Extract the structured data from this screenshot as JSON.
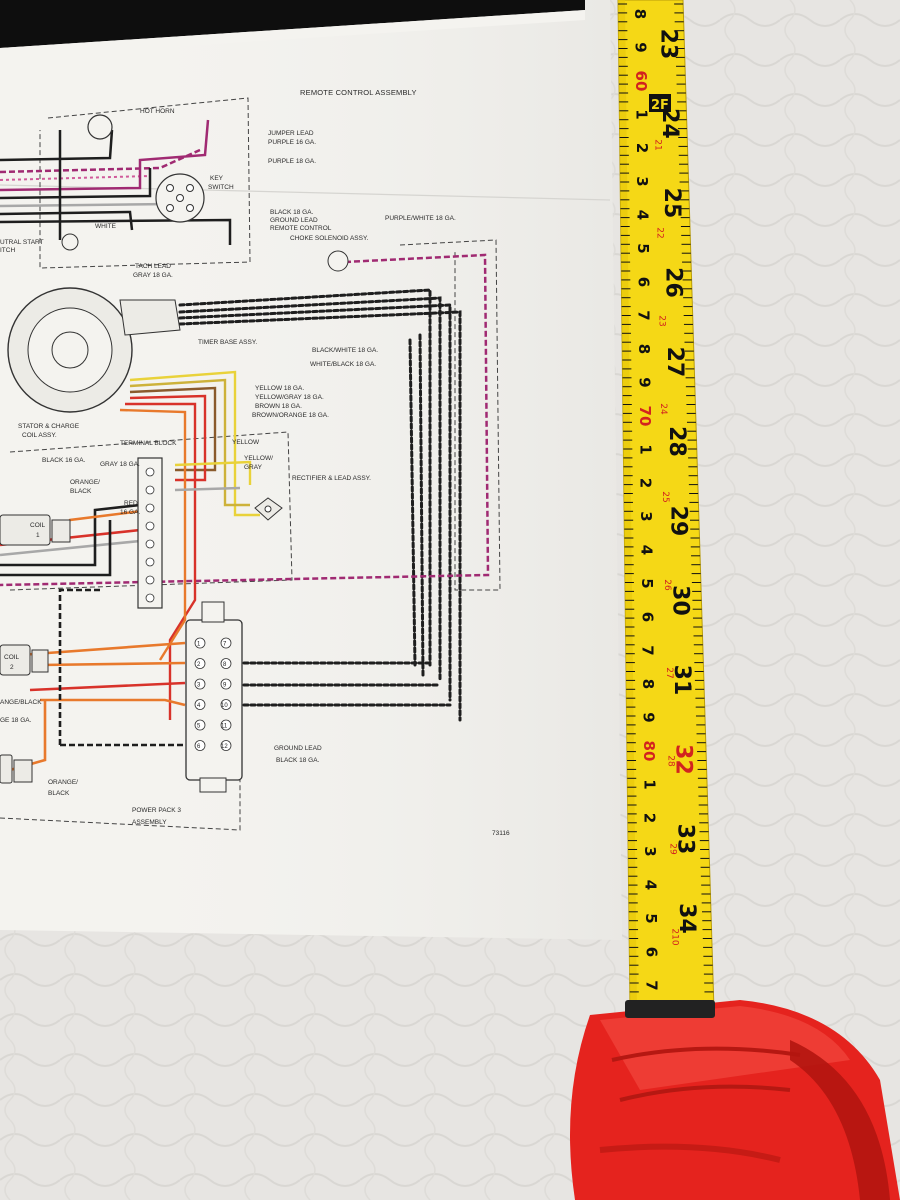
{
  "diagram": {
    "labels": {
      "remote_control": "REMOTE CONTROL ASSEMBLY",
      "hot_horn": "HOT HORN",
      "jumper_lead": "JUMPER LEAD",
      "jumper_lead_2": "PURPLE 16 GA.",
      "purple_18": "PURPLE 18 GA.",
      "key_switch": "KEY",
      "key_switch_2": "SWITCH",
      "black_18": "BLACK 18 GA.",
      "ground_lead": "GROUND LEAD",
      "remote_control_2": "REMOTE CONTROL",
      "neutral_start": "UTRAL START",
      "neutral_start_2": "ITCH",
      "white": "WHITE",
      "tach_lead": "TACH LEAD",
      "tach_lead_2": "GRAY 18 GA.",
      "choke_solenoid": "CHOKE SOLENOID ASSY.",
      "purple_white": "PURPLE/WHITE 18 GA.",
      "timer_base": "TIMER BASE ASSY.",
      "black_white": "BLACK/WHITE 18 GA.",
      "white_black": "WHITE/BLACK 18 GA.",
      "yellow_18": "YELLOW 18 GA.",
      "yellow_gray_18": "YELLOW/GRAY 18 GA.",
      "brown_18": "BROWN 18 GA.",
      "brown_orange_18": "BROWN/ORANGE 18 GA.",
      "stator": "STATOR & CHARGE",
      "stator_2": "COIL ASSY.",
      "terminal_block": "TERMINAL BLOCK",
      "yellow": "YELLOW",
      "black_16": "BLACK 16 GA.",
      "gray_18": "GRAY 18 GA.",
      "yellow_gray": "YELLOW/",
      "yellow_gray_2": "GRAY",
      "orange_black": "ORANGE/",
      "orange_black_2": "BLACK",
      "rectifier": "RECTIFIER & LEAD ASSY.",
      "red_16": "RED",
      "red_16_2": "16 GA.",
      "coil_1": "COIL",
      "coil_1_num": "1",
      "coil_2": "COIL",
      "coil_2_num": "2",
      "ange_black": "ANGE/BLACK",
      "ge_18": "GE 18 GA.",
      "orange_black_b": "ORANGE/",
      "orange_black_b2": "BLACK",
      "ground_lead_b": "GROUND LEAD",
      "ground_lead_b2": "BLACK 18 GA.",
      "power_pack": "POWER PACK 3",
      "power_pack_2": "ASSEMBLY",
      "part_number": "73116"
    },
    "terminals_left": [
      "1",
      "2",
      "3",
      "4",
      "5",
      "6"
    ],
    "terminals_right": [
      "7",
      "8",
      "9",
      "10",
      "11",
      "12"
    ]
  },
  "tape": {
    "big_numbers": [
      "23",
      "24",
      "25",
      "26",
      "27",
      "28",
      "29",
      "30",
      "31",
      "32",
      "33",
      "34"
    ],
    "small_numbers": [
      "8",
      "9",
      "60",
      "1",
      "2",
      "3",
      "4",
      "5",
      "6",
      "7",
      "8",
      "9",
      "70",
      "1",
      "2",
      "3",
      "4",
      "5",
      "6",
      "7",
      "8",
      "9",
      "80",
      "1",
      "2",
      "3",
      "4",
      "5",
      "6",
      "7"
    ],
    "tiny_numbers": [
      "21",
      "22",
      "23",
      "24",
      "25",
      "26",
      "27",
      "28",
      "29",
      "210"
    ],
    "marker": "2F",
    "colors": {
      "tape": "#f5d816",
      "case": "#e5231e",
      "ink": "#111111",
      "red_ink": "#d2231f"
    }
  },
  "colors": {
    "paper": "#f4f3ef",
    "cloth": "#e6e4e1",
    "wire_purple": "#a02a72",
    "wire_red": "#d8322a",
    "wire_orange": "#e8792c",
    "wire_yellow": "#e9d23a",
    "wire_gray": "#a8a8a8",
    "wire_black": "#1e1e1e",
    "wire_brown": "#8a5a2c"
  }
}
